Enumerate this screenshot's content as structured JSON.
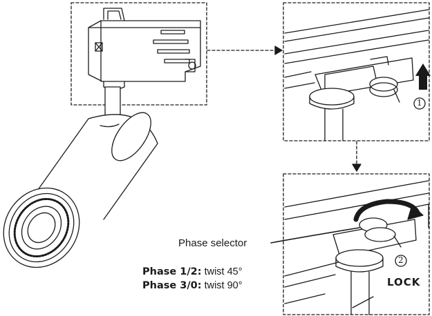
{
  "labels": {
    "phase_selector": "Phase selector",
    "phase_12_name": "Phase 1/2:",
    "phase_12_action": "twist 45°",
    "phase_30_name": "Phase 3/0:",
    "phase_30_action": "twist 90°",
    "lock": "LOCK",
    "step_1": "1",
    "step_2": "2"
  },
  "colors": {
    "line": "#1a1a1a",
    "fill": "#ffffff"
  },
  "icons": [
    "arrow-up-icon",
    "twist-arrow-icon",
    "arrow-right-icon",
    "arrow-down-icon"
  ]
}
